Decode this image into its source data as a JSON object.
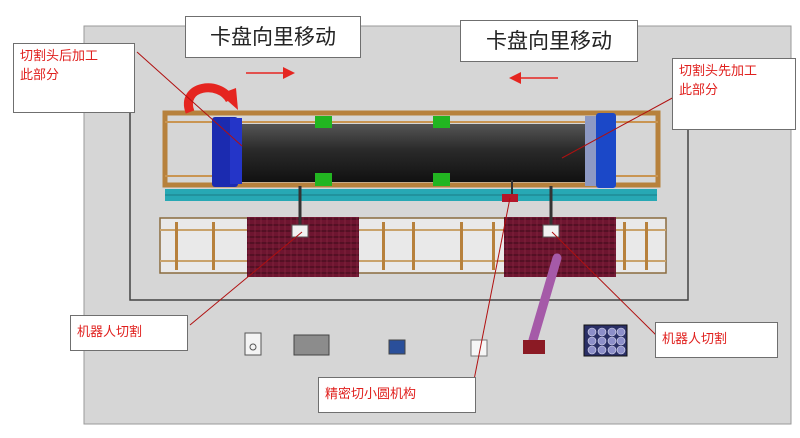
{
  "banners": {
    "left": "卡盘向里移动",
    "right": "卡盘向里移动"
  },
  "callouts": {
    "top_left": "切割头后加工\n此部分",
    "top_right": "切割头先加工\n此部分",
    "robot_left": "机器人切割",
    "robot_right": "机器人切割",
    "precision": "精密切小圆机构"
  },
  "colors": {
    "floor": "#d6d6d6",
    "frame": "#b7813c",
    "chuck": "#1b2bb0",
    "rail": "#27a8b4",
    "support": "#22b521",
    "grate": "#6e1530",
    "arrow": "#e52520",
    "purple_arm": "#a55aa8"
  }
}
